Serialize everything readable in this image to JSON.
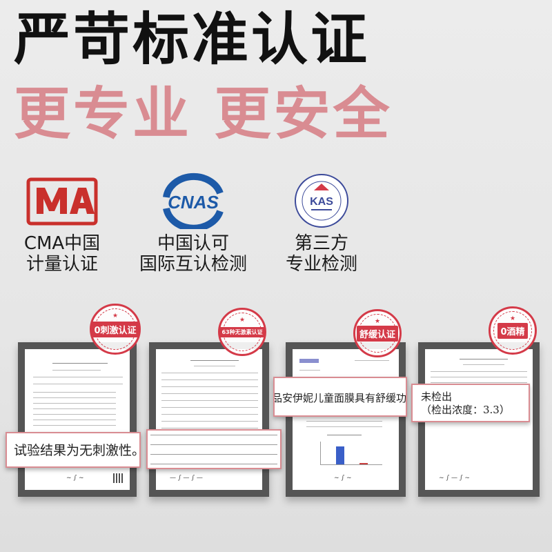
{
  "header": {
    "headline": "严苛标准认证",
    "subline": "更专业 更安全"
  },
  "badges": [
    {
      "logo_text": "MA",
      "caption_line1": "CMA中国",
      "caption_line2": "计量认证"
    },
    {
      "logo_text": "CNAS",
      "caption_line1": "中国认可",
      "caption_line2": "国际互认检测"
    },
    {
      "logo_text": "KAS",
      "caption_line1": "第三方",
      "caption_line2": "专业检测"
    }
  ],
  "certificates": [
    {
      "stamp": "0刺激认证",
      "callout": [
        "试验结果为无刺激性。"
      ]
    },
    {
      "stamp": "63种无激素认证",
      "callout": []
    },
    {
      "stamp": "舒缓认证",
      "callout": [
        "品安伊妮儿童面膜具有舒缓功"
      ]
    },
    {
      "stamp": "0酒精",
      "callout": [
        "未检出",
        "（检出浓度：3.3）"
      ]
    }
  ],
  "colors": {
    "accent_pink": "#d98c92",
    "stamp_red": "#d43a48",
    "cnas_blue": "#1d5aa8"
  }
}
